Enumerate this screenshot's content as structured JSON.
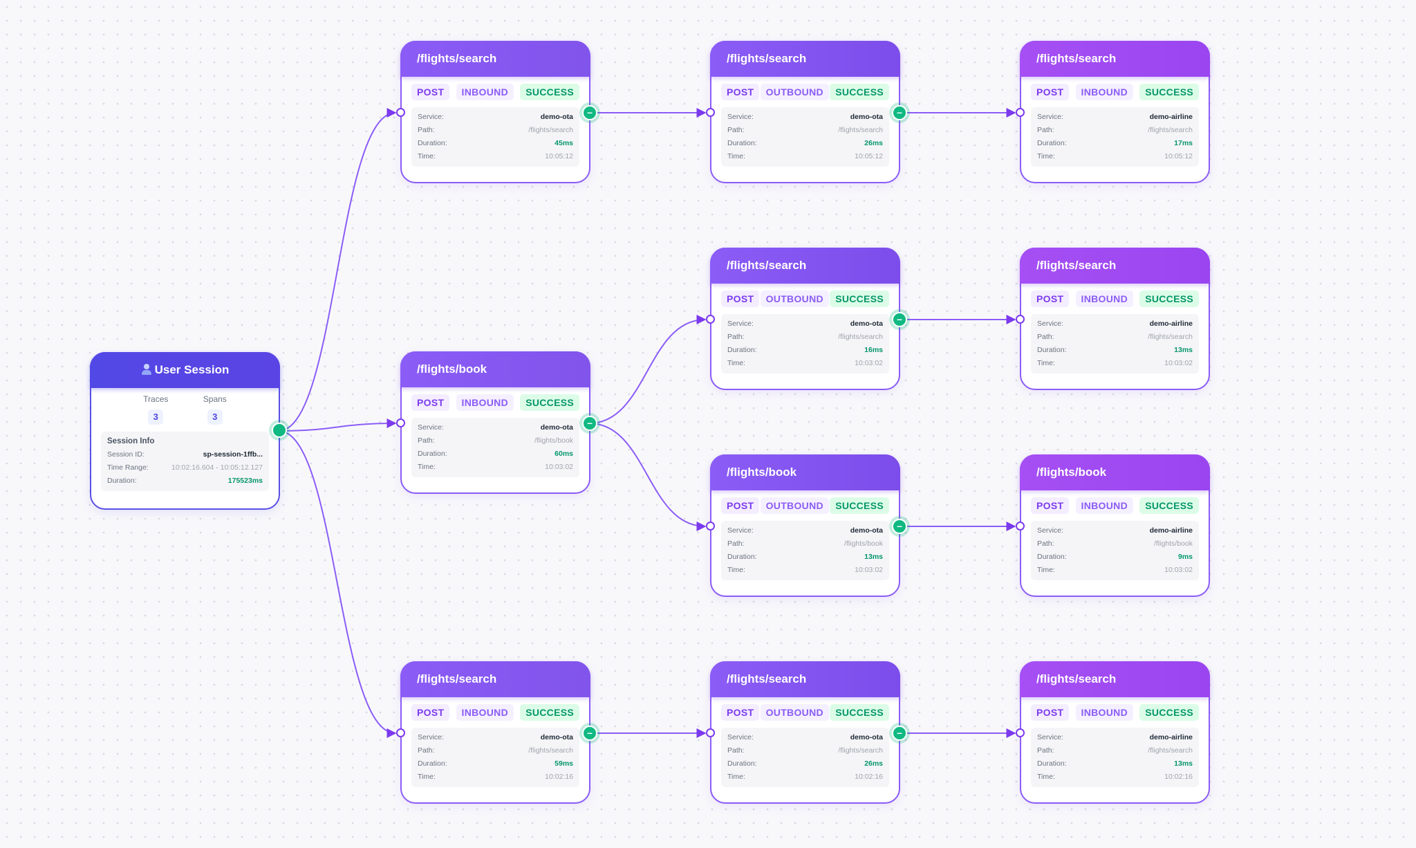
{
  "colors": {
    "edge": "#8b5cf6",
    "success": "#10b981",
    "session_accent": "#4f46e5"
  },
  "session": {
    "title": "User Session",
    "icon": "user-icon",
    "traces_label": "Traces",
    "traces_value": "3",
    "spans_label": "Spans",
    "spans_value": "3",
    "info_title": "Session Info",
    "session_id_label": "Session ID:",
    "session_id": "sp-session-1ffb...",
    "time_range_label": "Time Range:",
    "time_range": "10:02:16.604 - 10:05:12.127",
    "duration_label": "Duration:",
    "duration": "175523ms"
  },
  "labels": {
    "service": "Service:",
    "path": "Path:",
    "duration": "Duration:",
    "time": "Time:",
    "handle_symbol": "–"
  },
  "spans": [
    {
      "title": "/flights/search",
      "method": "POST",
      "direction": "INBOUND",
      "status": "SUCCESS",
      "service": "demo-ota",
      "path": "/flights/search",
      "duration": "45ms",
      "time": "10:05:12"
    },
    {
      "title": "/flights/search",
      "method": "POST",
      "direction": "OUTBOUND",
      "status": "SUCCESS",
      "service": "demo-ota",
      "path": "/flights/search",
      "duration": "26ms",
      "time": "10:05:12"
    },
    {
      "title": "/flights/search",
      "method": "POST",
      "direction": "INBOUND",
      "status": "SUCCESS",
      "service": "demo-airline",
      "path": "/flights/search",
      "duration": "17ms",
      "time": "10:05:12"
    },
    {
      "title": "/flights/book",
      "method": "POST",
      "direction": "INBOUND",
      "status": "SUCCESS",
      "service": "demo-ota",
      "path": "/flights/book",
      "duration": "60ms",
      "time": "10:03:02"
    },
    {
      "title": "/flights/search",
      "method": "POST",
      "direction": "OUTBOUND",
      "status": "SUCCESS",
      "service": "demo-ota",
      "path": "/flights/search",
      "duration": "16ms",
      "time": "10:03:02"
    },
    {
      "title": "/flights/search",
      "method": "POST",
      "direction": "INBOUND",
      "status": "SUCCESS",
      "service": "demo-airline",
      "path": "/flights/search",
      "duration": "13ms",
      "time": "10:03:02"
    },
    {
      "title": "/flights/book",
      "method": "POST",
      "direction": "OUTBOUND",
      "status": "SUCCESS",
      "service": "demo-ota",
      "path": "/flights/book",
      "duration": "13ms",
      "time": "10:03:02"
    },
    {
      "title": "/flights/book",
      "method": "POST",
      "direction": "INBOUND",
      "status": "SUCCESS",
      "service": "demo-airline",
      "path": "/flights/book",
      "duration": "9ms",
      "time": "10:03:02"
    },
    {
      "title": "/flights/search",
      "method": "POST",
      "direction": "INBOUND",
      "status": "SUCCESS",
      "service": "demo-ota",
      "path": "/flights/search",
      "duration": "59ms",
      "time": "10:02:16"
    },
    {
      "title": "/flights/search",
      "method": "POST",
      "direction": "OUTBOUND",
      "status": "SUCCESS",
      "service": "demo-ota",
      "path": "/flights/search",
      "duration": "26ms",
      "time": "10:02:16"
    },
    {
      "title": "/flights/search",
      "method": "POST",
      "direction": "INBOUND",
      "status": "SUCCESS",
      "service": "demo-airline",
      "path": "/flights/search",
      "duration": "13ms",
      "time": "10:02:16"
    }
  ],
  "edges": [
    {
      "from": "session",
      "to": 0
    },
    {
      "from": "session",
      "to": 3
    },
    {
      "from": "session",
      "to": 8
    },
    {
      "from": 0,
      "to": 1
    },
    {
      "from": 1,
      "to": 2
    },
    {
      "from": 3,
      "to": 4
    },
    {
      "from": 3,
      "to": 6
    },
    {
      "from": 4,
      "to": 5
    },
    {
      "from": 6,
      "to": 7
    },
    {
      "from": 8,
      "to": 9
    },
    {
      "from": 9,
      "to": 10
    }
  ]
}
